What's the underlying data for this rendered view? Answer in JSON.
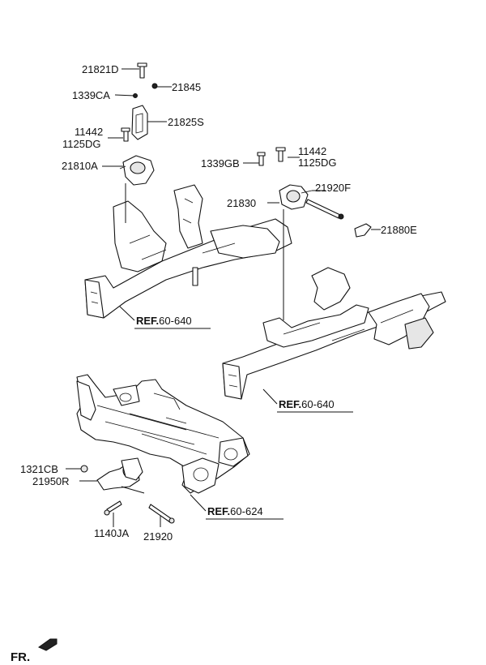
{
  "diagram": {
    "labels": {
      "p21821D": "21821D",
      "p1339CA": "1339CA",
      "p21845": "21845",
      "p21825S": "21825S",
      "p11442_left": "11442",
      "p1125DG_left": "1125DG",
      "p21810A": "21810A",
      "p1339GB": "1339GB",
      "p11442_right": "11442",
      "p1125DG_right": "1125DG",
      "p21830": "21830",
      "p21920F": "21920F",
      "p21880E": "21880E",
      "p1321CB": "1321CB",
      "p21950R": "21950R",
      "p1140JA": "1140JA",
      "p21920": "21920"
    },
    "refs": [
      {
        "prefix": "REF.",
        "code": "60-640"
      },
      {
        "prefix": "REF.",
        "code": "60-640"
      },
      {
        "prefix": "REF.",
        "code": "60-624"
      }
    ],
    "front_indicator": "FR."
  }
}
